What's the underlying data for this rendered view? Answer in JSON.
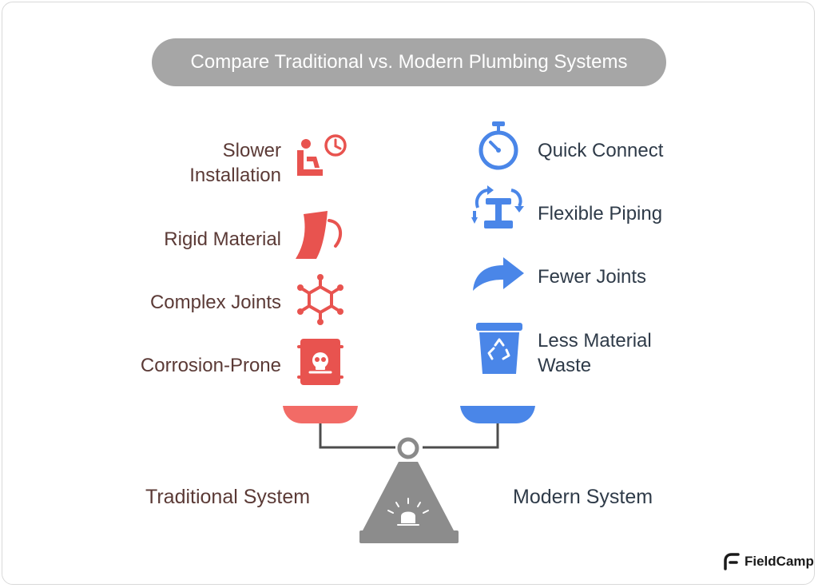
{
  "title": "Compare Traditional vs. Modern Plumbing Systems",
  "traditional": {
    "label": "Traditional System",
    "color": "#e8534f",
    "items": [
      {
        "line1": "Slower",
        "line2": "Installation",
        "icon": "person-clock-icon"
      },
      {
        "line1": "Rigid Material",
        "icon": "rigid-sheet-icon"
      },
      {
        "line1": "Complex Joints",
        "icon": "molecule-joints-icon"
      },
      {
        "line1": "Corrosion-Prone",
        "icon": "toxic-barrel-icon"
      }
    ]
  },
  "modern": {
    "label": "Modern System",
    "color": "#4a86e8",
    "items": [
      {
        "line1": "Quick Connect",
        "icon": "stopwatch-icon"
      },
      {
        "line1": "Flexible Piping",
        "icon": "flexible-pipe-icon"
      },
      {
        "line1": "Fewer Joints",
        "icon": "curved-arrow-icon"
      },
      {
        "line1": "Less Material",
        "line2": "Waste",
        "icon": "recycle-bin-icon"
      }
    ]
  },
  "brand": {
    "name": "FieldCamp",
    "icon": "fieldcamp-logo-icon"
  }
}
